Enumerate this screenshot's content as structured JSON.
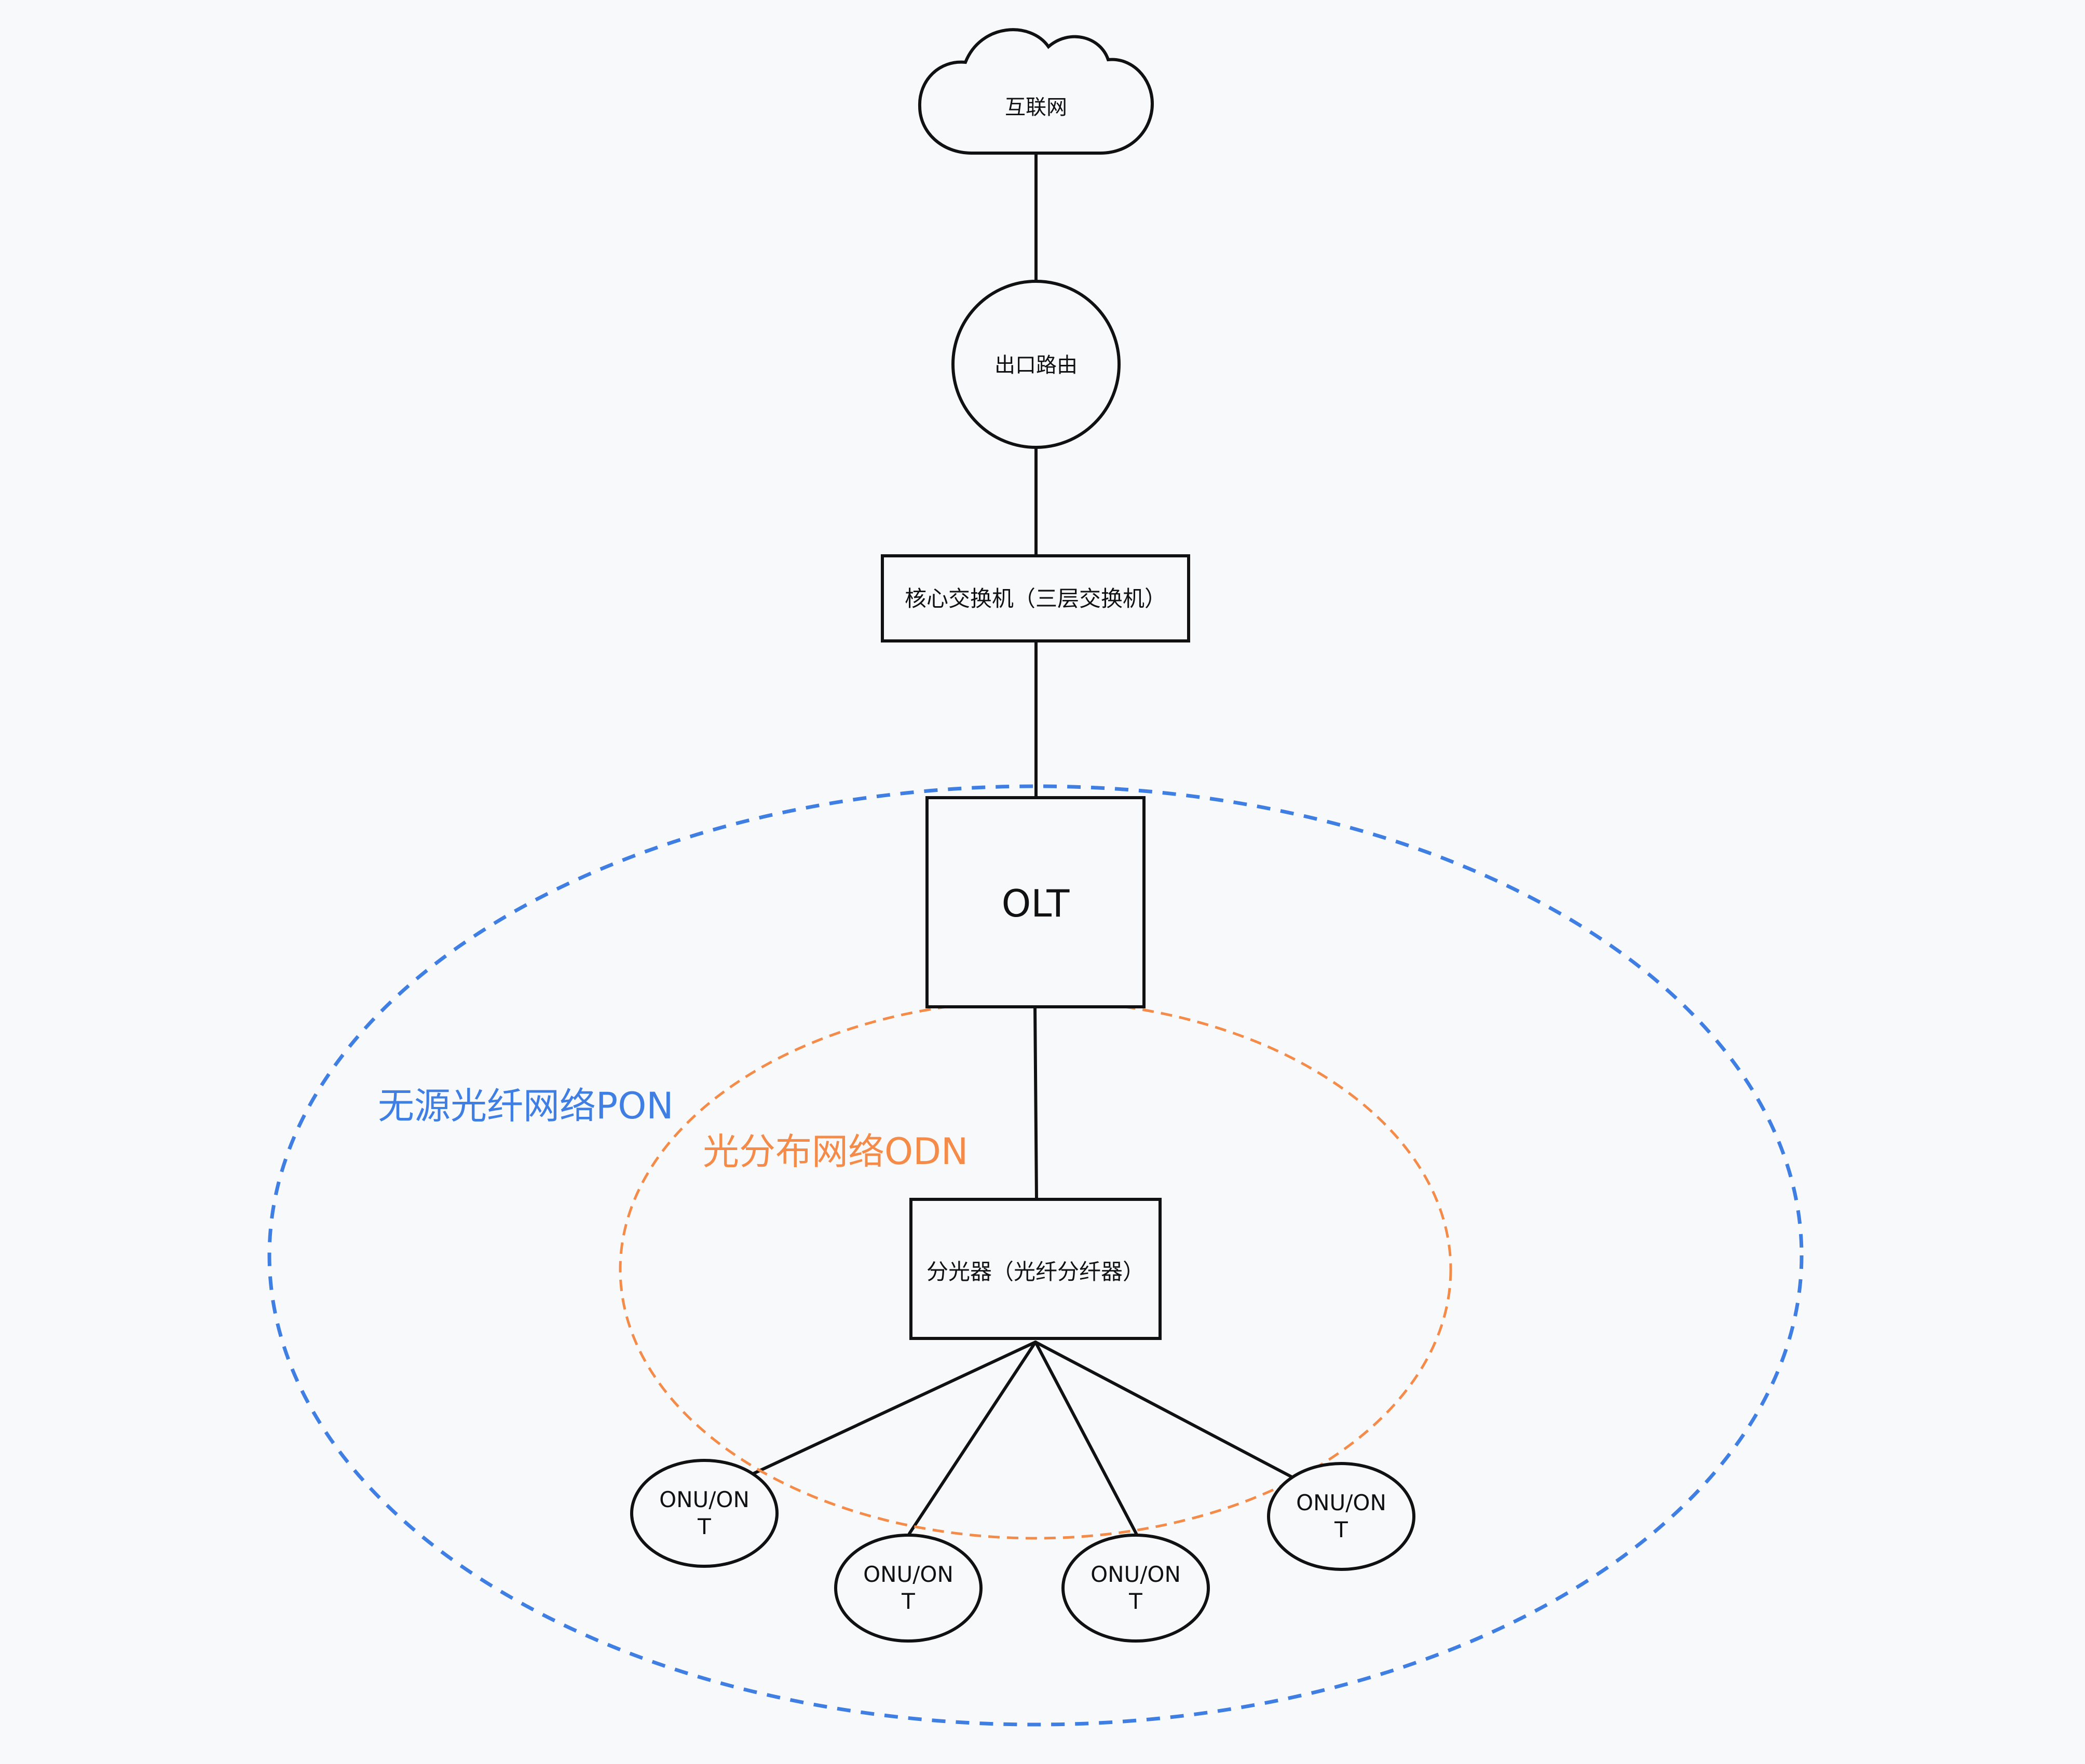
{
  "colors": {
    "background": "#f8f9fa",
    "stroke": "#111111",
    "pon": "#3f7fe4",
    "odn": "#f48b48"
  },
  "nodes": {
    "internet": {
      "label": "互联网",
      "shape": "cloud"
    },
    "router": {
      "label": "出口路由",
      "shape": "circle"
    },
    "core_switch": {
      "label": "核心交换机（三层交换机）",
      "shape": "rectangle"
    },
    "olt": {
      "label": "OLT",
      "shape": "rectangle"
    },
    "splitter": {
      "label": "分光器（光纤分纤器）",
      "shape": "rectangle"
    },
    "onus": [
      {
        "line1": "ONU/ON",
        "line2": "T"
      },
      {
        "line1": "ONU/ON",
        "line2": "T"
      },
      {
        "line1": "ONU/ON",
        "line2": "T"
      },
      {
        "line1": "ONU/ON",
        "line2": "T"
      }
    ]
  },
  "regions": {
    "pon": {
      "label": "无源光纤网络PON",
      "style": "dashed"
    },
    "odn": {
      "label": "光分布网络ODN",
      "style": "dashed"
    }
  }
}
